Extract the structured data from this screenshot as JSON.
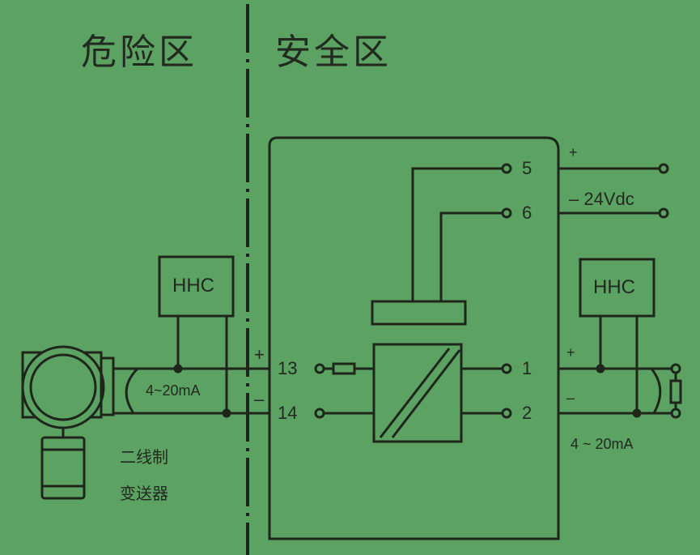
{
  "zones": {
    "hazardous": "危险区",
    "safe": "安全区"
  },
  "left": {
    "hhc": "HHC",
    "current": "4~20mA",
    "plus": "+",
    "minus": "–",
    "device_line1": "二线制",
    "device_line2": "变送器"
  },
  "module": {
    "terminals": {
      "t13": "13",
      "t14": "14",
      "t5": "5",
      "t6": "6",
      "t1": "1",
      "t2": "2"
    }
  },
  "right": {
    "supply_plus": "+",
    "supply_minus_label": "– 24Vdc",
    "hhc": "HHC",
    "plus": "+",
    "minus": "–",
    "current": "4 ~ 20mA"
  }
}
